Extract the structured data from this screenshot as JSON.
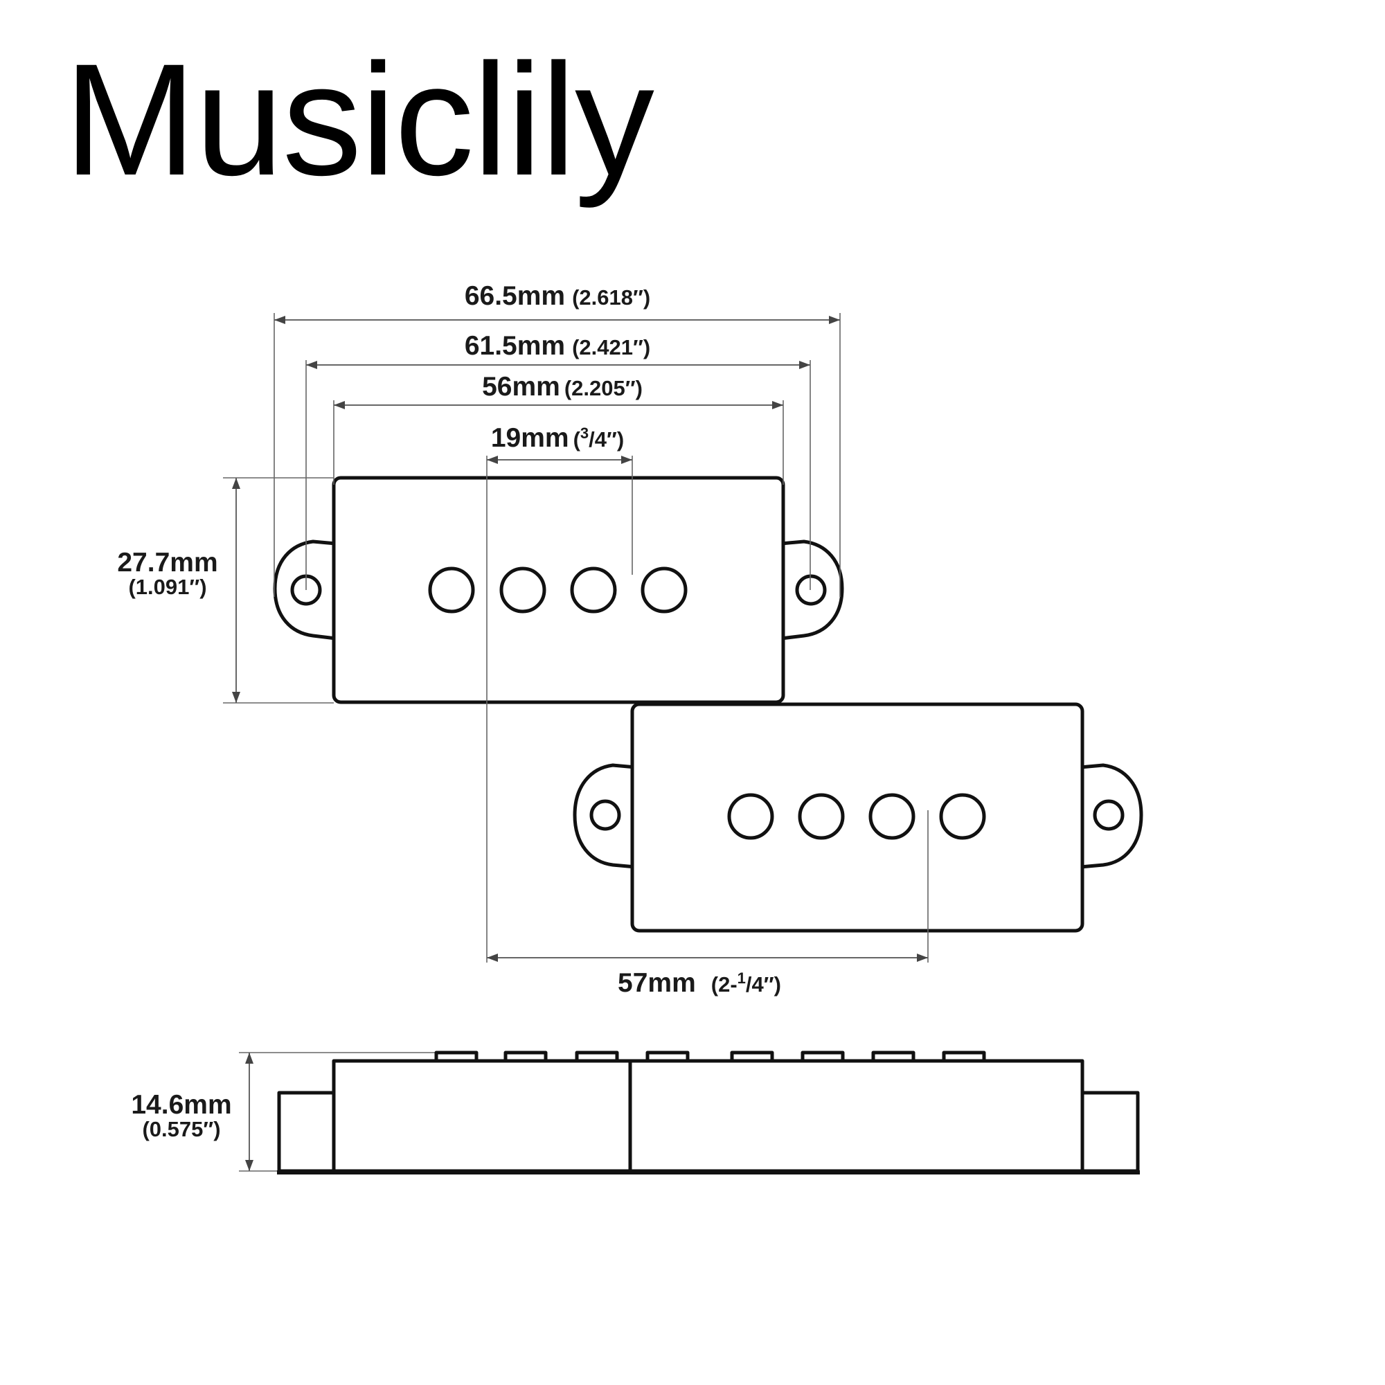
{
  "brand": {
    "name": "Musiclily"
  },
  "dimensions": {
    "overall_length": {
      "metric": "66.5mm",
      "imperial": "(2.618″)"
    },
    "mount_hole_spacing": {
      "metric": "61.5mm",
      "imperial": "(2.421″)"
    },
    "cover_length": {
      "metric": "56mm",
      "imperial": "(2.205″)"
    },
    "pole_spacing": {
      "metric": "19mm",
      "imperial_open": "(",
      "imperial_num": "3",
      "imperial_rest": "/4″)"
    },
    "width": {
      "metric": "27.7mm",
      "imperial": "(1.091″)"
    },
    "offset": {
      "metric": "57mm",
      "imperial_prefix": "(2-",
      "imperial_num": "1",
      "imperial_rest": "/4″)"
    },
    "height": {
      "metric": "14.6mm",
      "imperial": "(0.575″)"
    }
  }
}
